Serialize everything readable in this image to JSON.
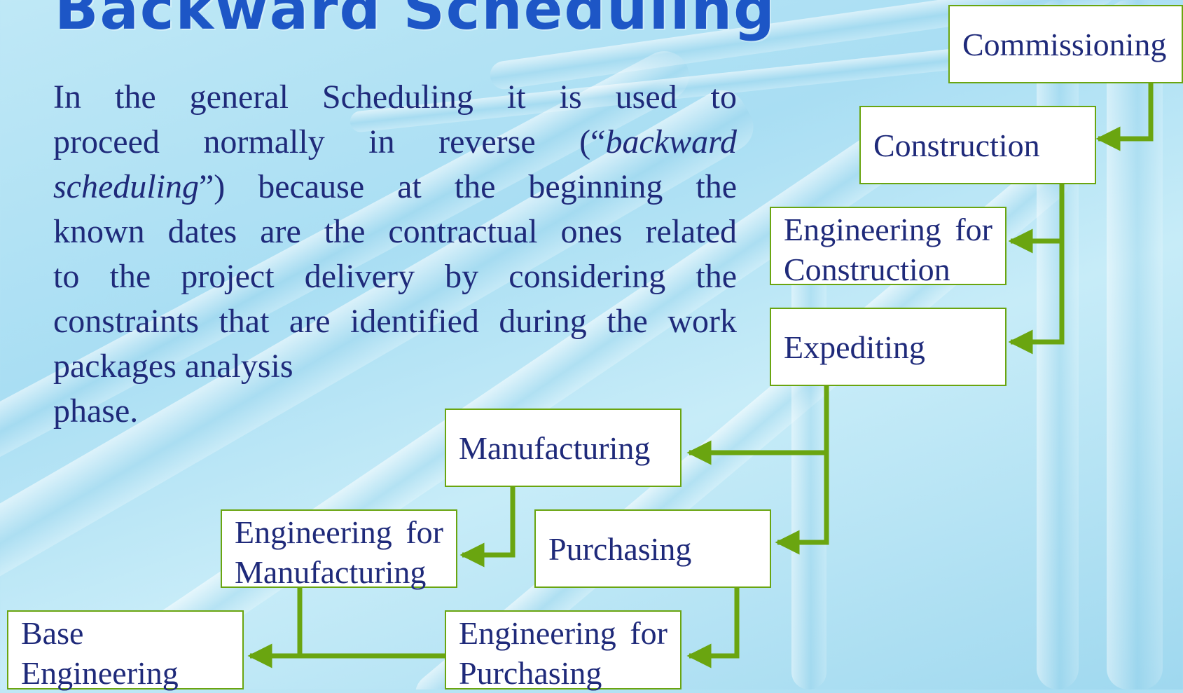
{
  "title": "Backward Scheduling",
  "paragraph": {
    "line1": "In the general Scheduling it is used to",
    "line2_a": "proceed normally in reverse (“",
    "line2_b": "backward",
    "line3_a": "scheduling",
    "line3_b": "”) because at the beginning the",
    "line4": "known dates are the contractual ones related",
    "line5": "to the project delivery by considering the",
    "line6": "constraints that are identified during the work",
    "line7": "packages analysis",
    "line8": "phase."
  },
  "steps": {
    "commissioning": "Commissioning",
    "construction": "Construction",
    "eng_construction_1": "Engineering for",
    "eng_construction_2": "Construction",
    "expediting": "Expediting",
    "manufacturing": "Manufacturing",
    "eng_manufacturing_1": "Engineering for",
    "eng_manufacturing_2": "Manufacturing",
    "purchasing": "Purchasing",
    "base_engineering_1": "Base",
    "base_engineering_2": "Engineering",
    "eng_purchasing_1": "Engineering for",
    "eng_purchasing_2": "Purchasing"
  },
  "colors": {
    "connector": "#6aa510",
    "title": "#1d56c6",
    "text": "#1f2a7a"
  }
}
